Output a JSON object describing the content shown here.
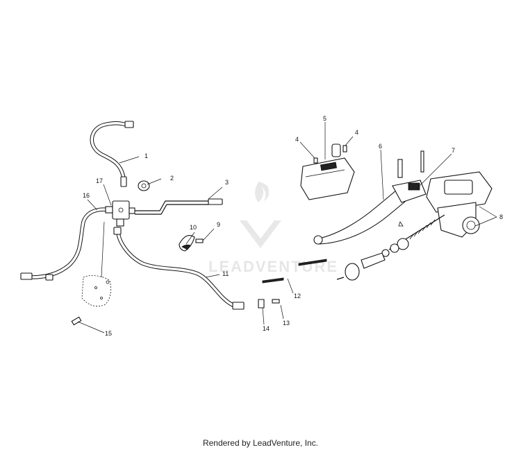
{
  "diagram": {
    "callouts": [
      {
        "id": "1",
        "label": "1"
      },
      {
        "id": "2",
        "label": "2"
      },
      {
        "id": "3",
        "label": "3"
      },
      {
        "id": "4a",
        "label": "4"
      },
      {
        "id": "4b",
        "label": "4"
      },
      {
        "id": "5",
        "label": "5"
      },
      {
        "id": "6",
        "label": "6"
      },
      {
        "id": "7",
        "label": "7"
      },
      {
        "id": "8",
        "label": "8"
      },
      {
        "id": "9",
        "label": "9"
      },
      {
        "id": "10",
        "label": "10"
      },
      {
        "id": "11",
        "label": "11"
      },
      {
        "id": "12",
        "label": "12"
      },
      {
        "id": "13",
        "label": "13"
      },
      {
        "id": "14",
        "label": "14"
      },
      {
        "id": "15",
        "label": "15"
      },
      {
        "id": "16",
        "label": "16"
      },
      {
        "id": "17",
        "label": "17"
      }
    ],
    "watermark": "LEADVENTURE"
  },
  "footer": {
    "text": "Rendered by LeadVenture, Inc."
  }
}
